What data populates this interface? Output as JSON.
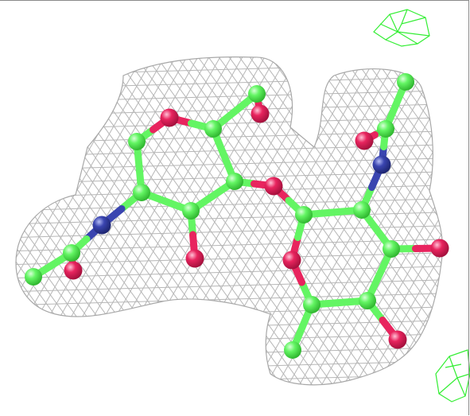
{
  "scene": {
    "colors": {
      "background": "#ffffff",
      "density_mesh": "#b3b3b3",
      "difference_density": "#33ee33",
      "carbon": "#63f563",
      "oxygen": "#e8245e",
      "nitrogen": "#3a45b0",
      "highlight": "#ffffff"
    },
    "atom_types": [
      "carbon",
      "oxygen",
      "nitrogen"
    ],
    "bond_style": "sticks",
    "atom_style": "spheres",
    "mesh_style": "wireframe"
  }
}
